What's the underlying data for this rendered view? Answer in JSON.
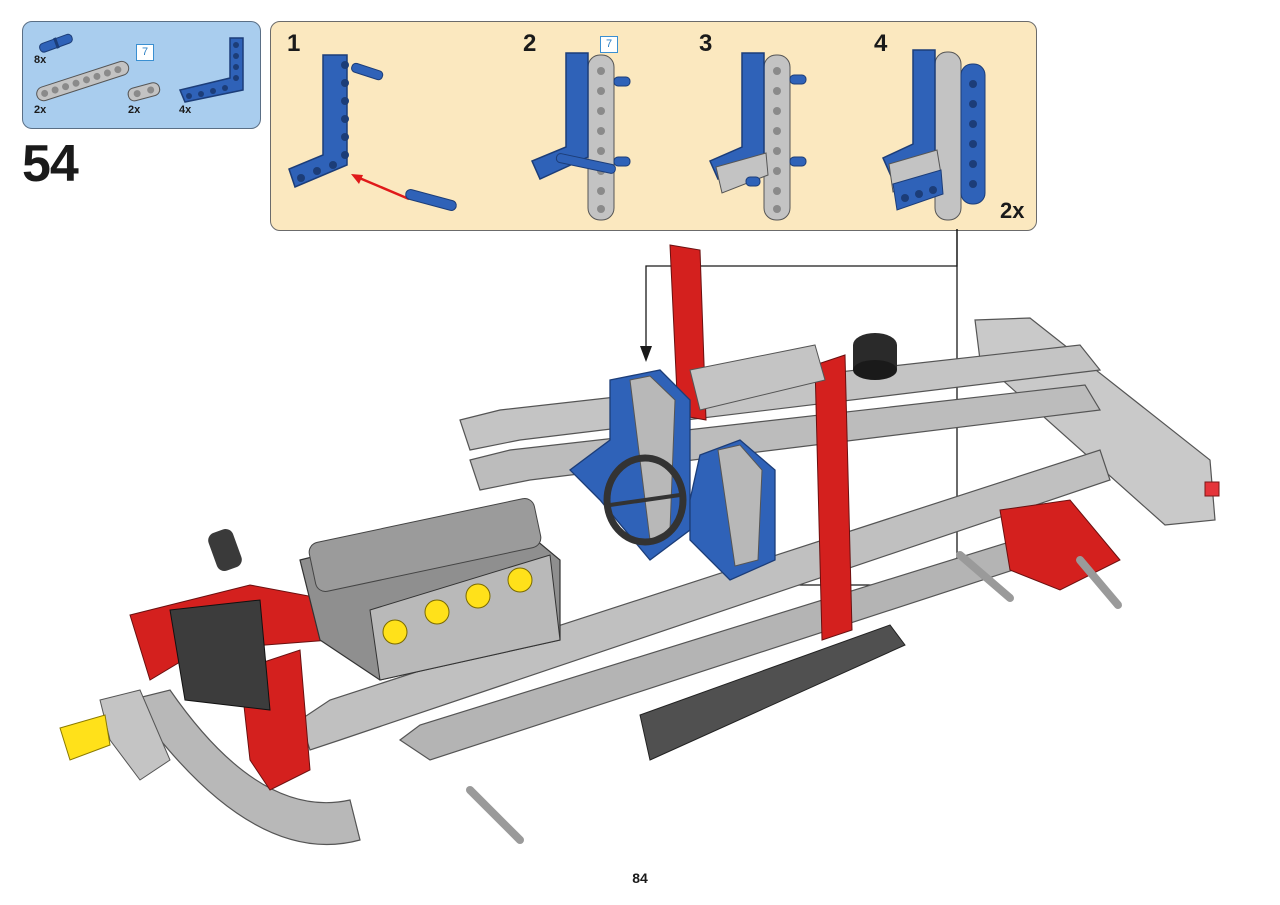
{
  "step": {
    "number": "54"
  },
  "parts_list": {
    "items": [
      {
        "qty": "8x",
        "part": "axle-pin-blue"
      },
      {
        "qty": "2x",
        "part": "beam-gray-long"
      },
      {
        "qty": "2x",
        "part": "beam-gray-short"
      },
      {
        "qty": "4x",
        "part": "bent-beam-blue"
      }
    ],
    "length_badge": "7"
  },
  "substeps": [
    {
      "number": "1"
    },
    {
      "number": "2",
      "length_badge": "7"
    },
    {
      "number": "3"
    },
    {
      "number": "4"
    }
  ],
  "substep_multiplier": "2x",
  "page_number": "84",
  "colors": {
    "parts_bg": "#a9cdee",
    "substep_bg": "#fbe8bf",
    "blue_part": "#2f62b8",
    "red_part": "#d4201e",
    "gray_part": "#b8b8b8",
    "yellow_part": "#ffe11a"
  }
}
